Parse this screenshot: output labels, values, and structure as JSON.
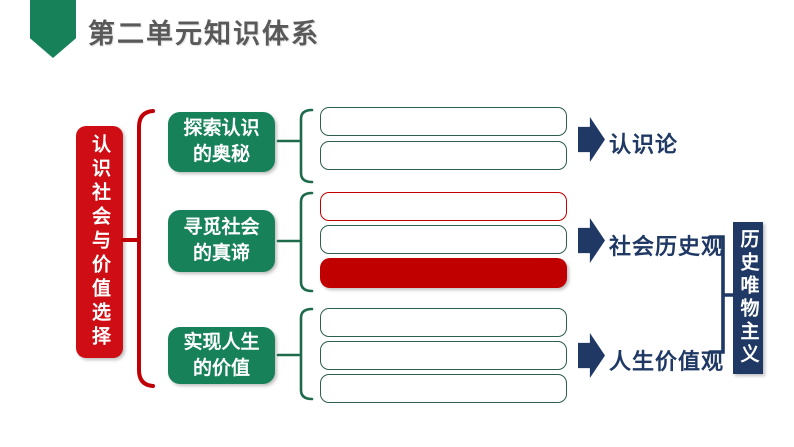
{
  "title": "第二单元知识体系",
  "root": {
    "label": "认识社会与价值选择"
  },
  "branches": [
    {
      "line1": "探索认识",
      "line2": "的奥秘",
      "result": "认识论"
    },
    {
      "line1": "寻觅社会",
      "line2": "的真谛",
      "result": "社会历史观"
    },
    {
      "line1": "实现人生",
      "line2": "的价值",
      "result": "人生价值观"
    }
  ],
  "side_label": "历史唯物主义",
  "colors": {
    "green": "#17815A",
    "red": "#CE0E14",
    "dark_red": "#C00000",
    "navy": "#1F3864",
    "outline_green": "#2E5E4E",
    "title_gray": "#595959"
  }
}
